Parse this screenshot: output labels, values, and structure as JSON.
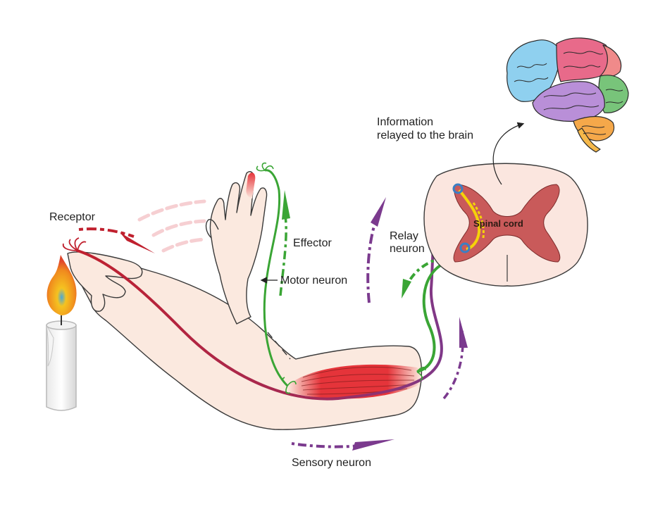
{
  "labels": {
    "receptor": "Receptor",
    "effector": "Effector",
    "motor_neuron": "Motor neuron",
    "relay_neuron_line1": "Relay",
    "relay_neuron_line2": "neuron",
    "info_line1": "Information",
    "info_line2": "relayed to the brain",
    "spinal_cord": "Spinal cord",
    "sensory_neuron": "Sensory neuron"
  },
  "colors": {
    "sensory": "#c0202e",
    "sensory_to_purple": "#7b3a8e",
    "relay_yellow": "#f5d20a",
    "motor": "#3aa535",
    "skin": "#fbe9df",
    "skin_outline": "#3a3a3a",
    "muscle": "#e5343a",
    "grey_matter": "#c95a5a",
    "white_matter": "#fbe6df",
    "synapse_blue": "#3b7fc4",
    "flame_outer": "#f08a1e",
    "flame_inner": "#f5c320",
    "flame_core": "#4aa8d8"
  },
  "icons": {
    "candle": "candle-icon",
    "brain": "brain-icon",
    "arm": "arm-icon",
    "spinal_cord_section": "spinal-cord-cross-section-icon"
  }
}
